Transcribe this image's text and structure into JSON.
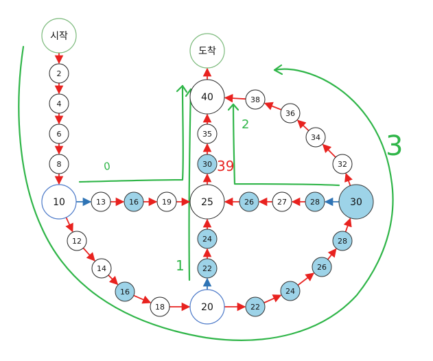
{
  "colors": {
    "red_arrow": "#e8221f",
    "blue_arrow": "#2f74b5",
    "green_ink": "#2fb548",
    "red_ink": "#e8221f",
    "node_fill_blue": "#9dd3e8",
    "node_stroke": "#222222",
    "node_stroke_blue": "#4a78c8",
    "node_stroke_green": "#7ab97a"
  },
  "nodes": [
    {
      "id": "start",
      "label": "시작",
      "kind": "green"
    },
    {
      "id": "n2",
      "label": "2"
    },
    {
      "id": "n4",
      "label": "4"
    },
    {
      "id": "n6",
      "label": "6"
    },
    {
      "id": "n8",
      "label": "8"
    },
    {
      "id": "n10",
      "label": "10",
      "kind": "blueOutline"
    },
    {
      "id": "n12",
      "label": "12"
    },
    {
      "id": "n14",
      "label": "14"
    },
    {
      "id": "n16b",
      "label": "16",
      "kind": "blue"
    },
    {
      "id": "n18",
      "label": "18"
    },
    {
      "id": "n20",
      "label": "20",
      "kind": "blueOutline"
    },
    {
      "id": "n22a",
      "label": "22",
      "kind": "blue"
    },
    {
      "id": "n24a",
      "label": "24",
      "kind": "blue"
    },
    {
      "id": "n26a",
      "label": "26",
      "kind": "blue"
    },
    {
      "id": "n28a",
      "label": "28",
      "kind": "blue"
    },
    {
      "id": "n30",
      "label": "30",
      "kind": "blueBig"
    },
    {
      "id": "n32",
      "label": "32"
    },
    {
      "id": "n34",
      "label": "34"
    },
    {
      "id": "n36",
      "label": "36"
    },
    {
      "id": "n38",
      "label": "38"
    },
    {
      "id": "n40",
      "label": "40",
      "kind": "big"
    },
    {
      "id": "finish",
      "label": "도착",
      "kind": "green"
    },
    {
      "id": "n13",
      "label": "13"
    },
    {
      "id": "n16",
      "label": "16",
      "kind": "blue"
    },
    {
      "id": "n19",
      "label": "19"
    },
    {
      "id": "n25",
      "label": "25",
      "kind": "big"
    },
    {
      "id": "n26b",
      "label": "26",
      "kind": "blue"
    },
    {
      "id": "n27",
      "label": "27"
    },
    {
      "id": "n28b",
      "label": "28",
      "kind": "blue"
    },
    {
      "id": "n22c",
      "label": "22",
      "kind": "blue"
    },
    {
      "id": "n24c",
      "label": "24",
      "kind": "blue"
    },
    {
      "id": "n30c",
      "label": "30",
      "kind": "blue"
    },
    {
      "id": "n35",
      "label": "35"
    }
  ],
  "edges": [
    {
      "from": "start",
      "to": "n2",
      "color": "red"
    },
    {
      "from": "n2",
      "to": "n4",
      "color": "red"
    },
    {
      "from": "n4",
      "to": "n6",
      "color": "red"
    },
    {
      "from": "n6",
      "to": "n8",
      "color": "red"
    },
    {
      "from": "n8",
      "to": "n10",
      "color": "red"
    },
    {
      "from": "n10",
      "to": "n12",
      "color": "red"
    },
    {
      "from": "n12",
      "to": "n14",
      "color": "red"
    },
    {
      "from": "n14",
      "to": "n16b",
      "color": "red"
    },
    {
      "from": "n16b",
      "to": "n18",
      "color": "red"
    },
    {
      "from": "n18",
      "to": "n20",
      "color": "red"
    },
    {
      "from": "n20",
      "to": "n22a",
      "color": "red"
    },
    {
      "from": "n22a",
      "to": "n24a",
      "color": "red"
    },
    {
      "from": "n24a",
      "to": "n26a",
      "color": "red"
    },
    {
      "from": "n26a",
      "to": "n28a",
      "color": "red"
    },
    {
      "from": "n28a",
      "to": "n30",
      "color": "red"
    },
    {
      "from": "n30",
      "to": "n32",
      "color": "red"
    },
    {
      "from": "n32",
      "to": "n34",
      "color": "red"
    },
    {
      "from": "n34",
      "to": "n36",
      "color": "red"
    },
    {
      "from": "n36",
      "to": "n38",
      "color": "red"
    },
    {
      "from": "n38",
      "to": "n40",
      "color": "red"
    },
    {
      "from": "n40",
      "to": "finish",
      "color": "red"
    },
    {
      "from": "n10",
      "to": "n13",
      "color": "blue"
    },
    {
      "from": "n13",
      "to": "n16",
      "color": "red"
    },
    {
      "from": "n16",
      "to": "n19",
      "color": "red"
    },
    {
      "from": "n19",
      "to": "n25",
      "color": "red"
    },
    {
      "from": "n30",
      "to": "n28b",
      "color": "blue"
    },
    {
      "from": "n28b",
      "to": "n27",
      "color": "red"
    },
    {
      "from": "n27",
      "to": "n26b",
      "color": "red"
    },
    {
      "from": "n26b",
      "to": "n25",
      "color": "red"
    },
    {
      "from": "n20",
      "to": "n22c",
      "color": "blue"
    },
    {
      "from": "n22c",
      "to": "n24c",
      "color": "red"
    },
    {
      "from": "n24c",
      "to": "n25",
      "color": "red"
    },
    {
      "from": "n25",
      "to": "n30c",
      "color": "red"
    },
    {
      "from": "n30c",
      "to": "n35",
      "color": "red"
    },
    {
      "from": "n35",
      "to": "n40",
      "color": "red"
    }
  ],
  "annotations": {
    "label_0": "0",
    "label_1": "1",
    "label_2": "2",
    "label_3": "3",
    "label_39": "39"
  }
}
